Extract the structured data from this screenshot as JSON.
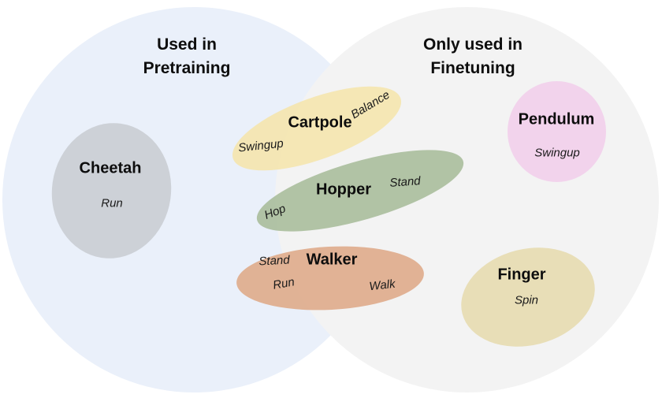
{
  "venn": {
    "left_circle": {
      "title_line1": "Used in",
      "title_line2": "Pretraining",
      "color": "#EAF0FA"
    },
    "right_circle": {
      "title_line1": "Only used in",
      "title_line2": "Finetuning",
      "color": "#F3F3F3"
    },
    "groups": [
      {
        "name": "Cheetah",
        "color": "#CBCFD5",
        "region": "pretraining-only",
        "tasks": [
          "Run"
        ]
      },
      {
        "name": "Cartpole",
        "color": "#F4E5AF",
        "region": "pretraining-and-finetuning",
        "tasks": [
          "Swingup",
          "Balance"
        ]
      },
      {
        "name": "Hopper",
        "color": "#ABBE9E",
        "region": "pretraining-and-finetuning",
        "tasks": [
          "Hop",
          "Stand"
        ]
      },
      {
        "name": "Walker",
        "color": "#DFAE8F",
        "region": "pretraining-and-finetuning",
        "tasks": [
          "Stand",
          "Run",
          "Walk"
        ]
      },
      {
        "name": "Pendulum",
        "color": "#F1D1EB",
        "region": "finetuning-only",
        "tasks": [
          "Swingup"
        ]
      },
      {
        "name": "Finger",
        "color": "#E7DDB4",
        "region": "finetuning-only",
        "tasks": [
          "Spin"
        ]
      }
    ]
  }
}
